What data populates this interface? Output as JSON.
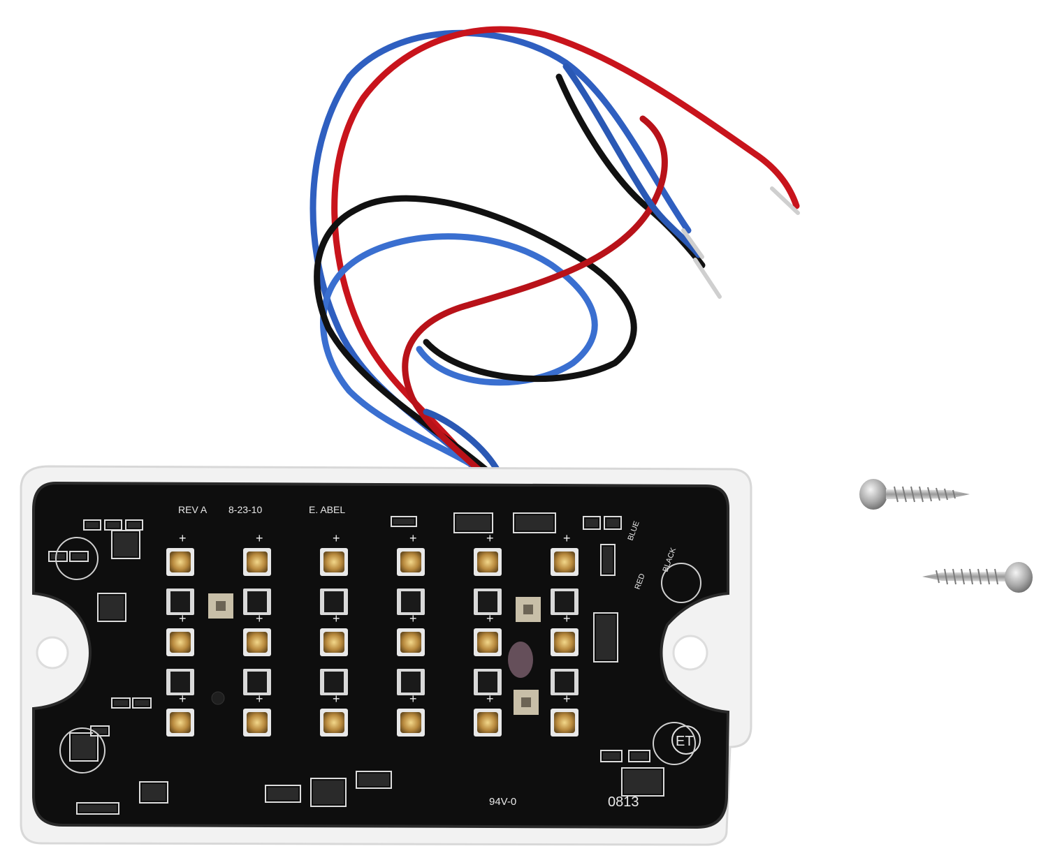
{
  "product": {
    "name": "LED lamp circuit board with three-wire lead and two mounting screws",
    "silkscreen": {
      "rev": "REV A",
      "date": "8-23-10",
      "author": "E. ABEL",
      "code": "0813",
      "rating": "94V-0",
      "mark": "ET",
      "wire_label_blue": "BLUE",
      "wire_label_black": "BLACK",
      "wire_label_red": "RED"
    },
    "wires": [
      {
        "color_name": "red",
        "hex": "#c8141c"
      },
      {
        "color_name": "blue",
        "hex": "#2f5fc0"
      },
      {
        "color_name": "black",
        "hex": "#111111"
      }
    ],
    "led_grid": {
      "rows": 3,
      "cols": 6
    },
    "screws": 2
  },
  "colors": {
    "board": "#0e0e0e",
    "housing": "#f2f2f2",
    "led_pad": "#c9a15a",
    "screw": "#b8b8b8"
  }
}
